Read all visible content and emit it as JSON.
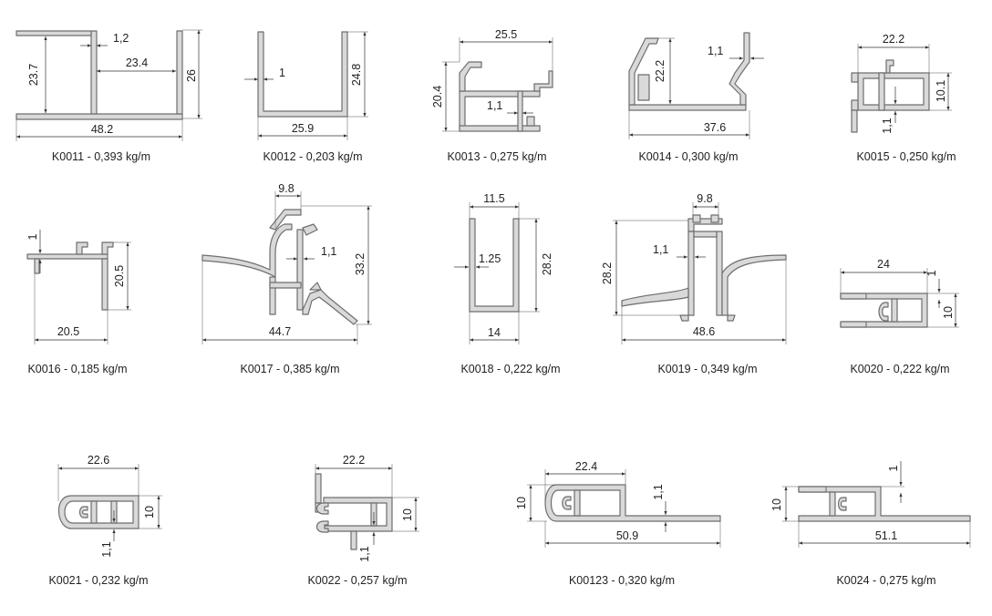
{
  "profiles": [
    {
      "caption": "K0011 - 0,393 kg/m",
      "dims": [
        "23.7",
        "1,2",
        "23.4",
        "26",
        "48.2"
      ]
    },
    {
      "caption": "K0012 - 0,203 kg/m",
      "dims": [
        "1",
        "24.8",
        "25.9"
      ]
    },
    {
      "caption": "K0013 - 0,275 kg/m",
      "dims": [
        "25.5",
        "20.4",
        "1,1"
      ]
    },
    {
      "caption": "K0014 - 0,300 kg/m",
      "dims": [
        "22.2",
        "1,1",
        "37.6"
      ]
    },
    {
      "caption": "K0015 - 0,250 kg/m",
      "dims": [
        "22.2",
        "10.1",
        "1,1"
      ]
    },
    {
      "caption": "K0016 - 0,185 kg/m",
      "dims": [
        "1",
        "20.5",
        "20.5"
      ]
    },
    {
      "caption": "K0017 - 0,385 kg/m",
      "dims": [
        "9.8",
        "1,1",
        "33.2",
        "44.7"
      ]
    },
    {
      "caption": "K0018 - 0,222 kg/m",
      "dims": [
        "11.5",
        "1.25",
        "28.2",
        "14"
      ]
    },
    {
      "caption": "K0019 - 0,349 kg/m",
      "dims": [
        "9.8",
        "1,1",
        "28.2",
        "48.6"
      ]
    },
    {
      "caption": "K0020 - 0,222 kg/m",
      "dims": [
        "24",
        "1",
        "10"
      ]
    },
    {
      "caption": "K0021 - 0,232 kg/m",
      "dims": [
        "22.6",
        "10",
        "1,1"
      ]
    },
    {
      "caption": "K0022 - 0,257 kg/m",
      "dims": [
        "22.2",
        "10",
        "1,1"
      ]
    },
    {
      "caption": "K00123 - 0,320 kg/m",
      "dims": [
        "22.4",
        "10",
        "1,1",
        "50.9"
      ]
    },
    {
      "caption": "K0024 - 0,275 kg/m",
      "dims": [
        "1",
        "10",
        "51.1"
      ]
    }
  ]
}
